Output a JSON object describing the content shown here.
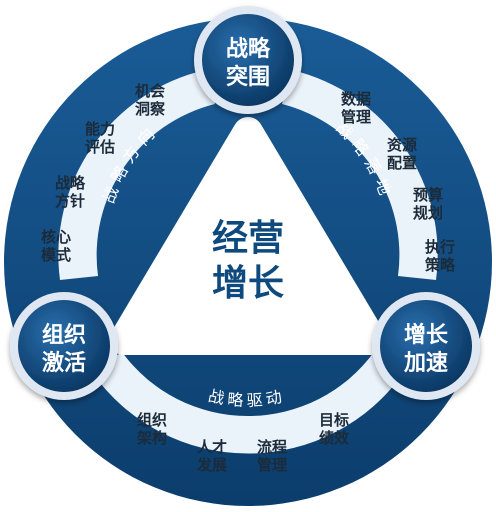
{
  "colors": {
    "ring_dark": "#0e4a7e",
    "ring_light": "#e9f1f9",
    "band": "#1f5d93",
    "node": "#0b3f70",
    "node_border": "#dfe8f2",
    "light_text": "#1c2b3a",
    "white": "#ffffff"
  },
  "center": {
    "line1": "经营",
    "line2": "增长"
  },
  "nodes": [
    {
      "line1": "战略",
      "line2": "突围"
    },
    {
      "line1": "组织",
      "line2": "激活"
    },
    {
      "line1": "增长",
      "line2": "加速"
    }
  ],
  "bands": [
    {
      "label": "战略方向"
    },
    {
      "label": "战略落地"
    },
    {
      "label": "战略驱动"
    }
  ],
  "items": [
    {
      "line1": "机会",
      "line2": "洞察"
    },
    {
      "line1": "能力",
      "line2": "评估"
    },
    {
      "line1": "战略",
      "line2": "方针"
    },
    {
      "line1": "核心",
      "line2": "模式"
    },
    {
      "line1": "数据",
      "line2": "管理"
    },
    {
      "line1": "资源",
      "line2": "配置"
    },
    {
      "line1": "预算",
      "line2": "规划"
    },
    {
      "line1": "执行",
      "line2": "策略"
    },
    {
      "line1": "组织",
      "line2": "架构"
    },
    {
      "line1": "人才",
      "line2": "发展"
    },
    {
      "line1": "流程",
      "line2": "管理"
    },
    {
      "line1": "目标",
      "line2": "绩效"
    }
  ]
}
